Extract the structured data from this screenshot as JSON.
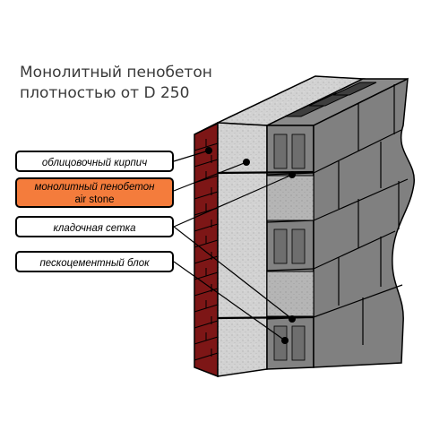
{
  "title": {
    "line1": "Монолитный пенобетон",
    "line2": "плотностью от D 250"
  },
  "labels": {
    "brick": "облицовочный кирпич",
    "foam_line1": "монолитный пенобетон",
    "foam_line2": "air stone",
    "mesh": "кладочная сетка",
    "block": "пескоцементный блок"
  },
  "colors": {
    "brick": "#8b1a1a",
    "foam_concrete": "#cfcfcf",
    "block": "#7a7a7a",
    "highlight": "#f47c3c"
  }
}
